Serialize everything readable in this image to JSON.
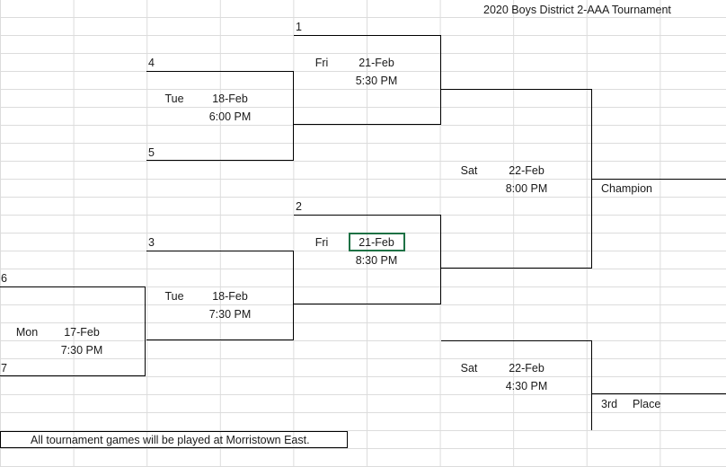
{
  "title": "2020 Boys District 2-AAA Tournament",
  "seeds": {
    "s1": "1",
    "s2": "2",
    "s3": "3",
    "s4": "4",
    "s5": "5",
    "s6": "6",
    "s7": "7"
  },
  "games": {
    "g1": {
      "day": "Mon",
      "date": "17-Feb",
      "time": "7:30 PM"
    },
    "g2": {
      "day": "Tue",
      "date": "18-Feb",
      "time": "6:00 PM"
    },
    "g3": {
      "day": "Tue",
      "date": "18-Feb",
      "time": "7:30 PM"
    },
    "g4": {
      "day": "Fri",
      "date": "21-Feb",
      "time": "5:30 PM"
    },
    "g5": {
      "day": "Fri",
      "date": "21-Feb",
      "time": "8:30 PM"
    },
    "g6": {
      "day": "Sat",
      "date": "22-Feb",
      "time": "8:00 PM"
    },
    "g7": {
      "day": "Sat",
      "date": "22-Feb",
      "time": "4:30 PM"
    }
  },
  "results": {
    "champion": "Champion",
    "third": "3rd",
    "place": "Place"
  },
  "note": "All tournament games will be played at Morristown East."
}
